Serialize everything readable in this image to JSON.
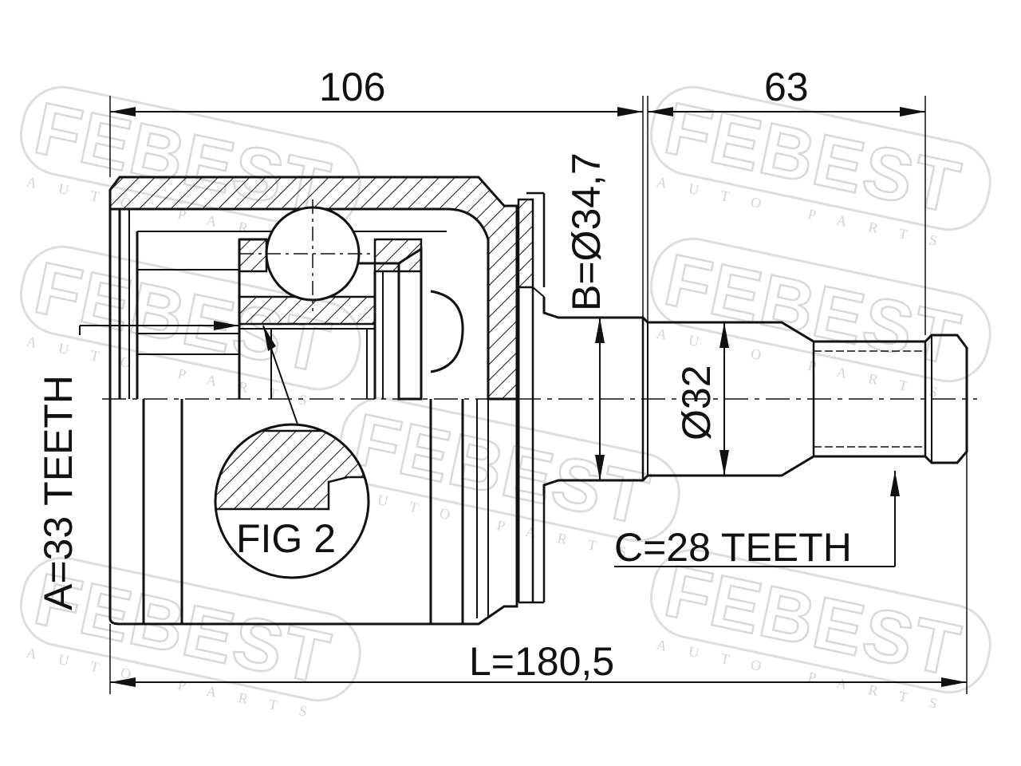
{
  "watermark": {
    "brand": "FEBEST",
    "sub": "AUTO PARTS"
  },
  "dimensions": {
    "housing_length": "106",
    "shaft_length": "63",
    "seal_diameter": "B=Ø34,7",
    "shaft_diameter": "Ø32",
    "inner_teeth": "A=33 TEETH",
    "outer_teeth": "C=28 TEETH",
    "total_length": "L=180,5"
  },
  "detail": {
    "label": "FIG 2"
  },
  "colors": {
    "line": "#111111",
    "watermark": "#d9d9d9"
  }
}
